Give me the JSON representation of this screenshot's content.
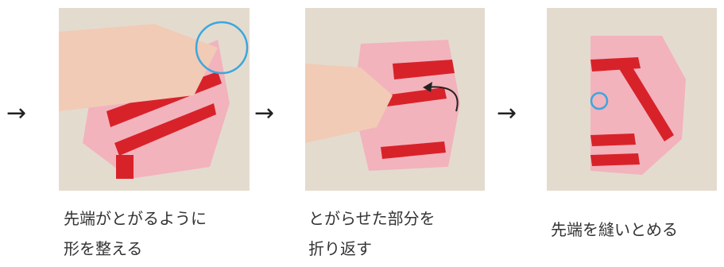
{
  "steps": [
    {
      "arrow": "→",
      "caption_lines": [
        "先端がとがるように",
        "形を整える"
      ]
    },
    {
      "arrow": "→",
      "caption_lines": [
        "とがらせた部分を",
        "折り返す"
      ]
    },
    {
      "arrow": "→",
      "caption_lines": [
        "先端を縫いとめる"
      ]
    }
  ],
  "colors": {
    "fabric": "#f2b3bd",
    "ribbon": "#d8222a",
    "marker": "#3aa7de",
    "wood": "#e6ddd2"
  }
}
